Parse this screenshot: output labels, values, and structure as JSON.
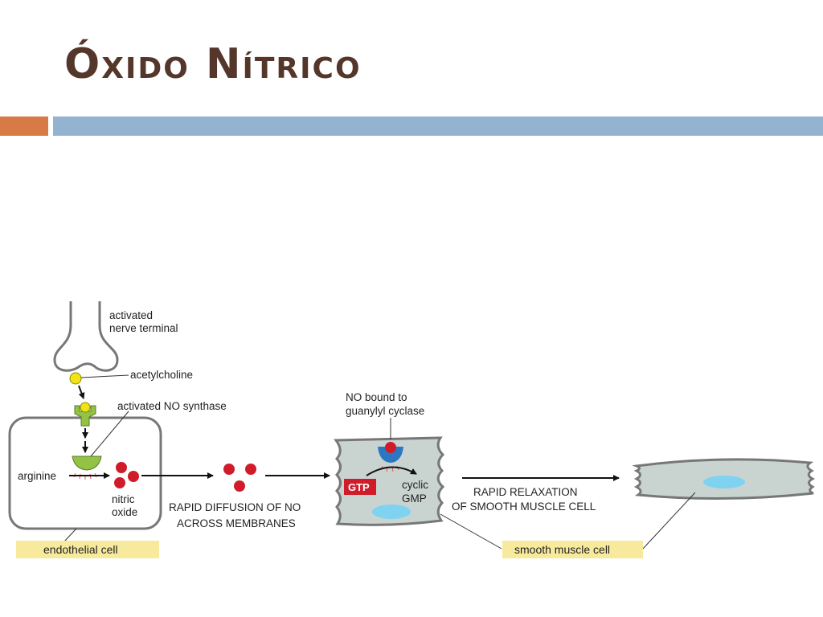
{
  "slide": {
    "title": "Óxido Nítrico",
    "accent_color": "#d77a45",
    "bar_color": "#93b3d0",
    "title_color": "#55362a"
  },
  "diagram": {
    "labels": {
      "nerve_terminal_1": "activated",
      "nerve_terminal_2": "nerve terminal",
      "acetylcholine": "acetylcholine",
      "no_synthase": "activated NO synthase",
      "arginine": "arginine",
      "nitric_1": "nitric",
      "nitric_2": "oxide",
      "diffusion_1": "RAPID DIFFUSION OF NO",
      "diffusion_2": "ACROSS MEMBRANES",
      "no_bound_1": "NO bound to",
      "no_bound_2": "guanylyl cyclase",
      "gtp": "GTP",
      "cgmp_1": "cyclic",
      "cgmp_2": "GMP",
      "relax_1": "RAPID RELAXATION",
      "relax_2": "OF SMOOTH MUSCLE CELL"
    },
    "captions": {
      "endothelial": "endothelial cell",
      "smooth_muscle": "smooth muscle cell"
    },
    "colors": {
      "cell_fill": "#c9d4d1",
      "outline": "#777777",
      "no_red": "#d01c2a",
      "ach_yellow": "#f2e316",
      "enzyme_green": "#93c244",
      "cyclase_blue": "#2a78c2",
      "nucleus_blue": "#7fd2f0",
      "caption_bg": "#f8ea9c",
      "gtp_box": "#d01c2a"
    }
  }
}
